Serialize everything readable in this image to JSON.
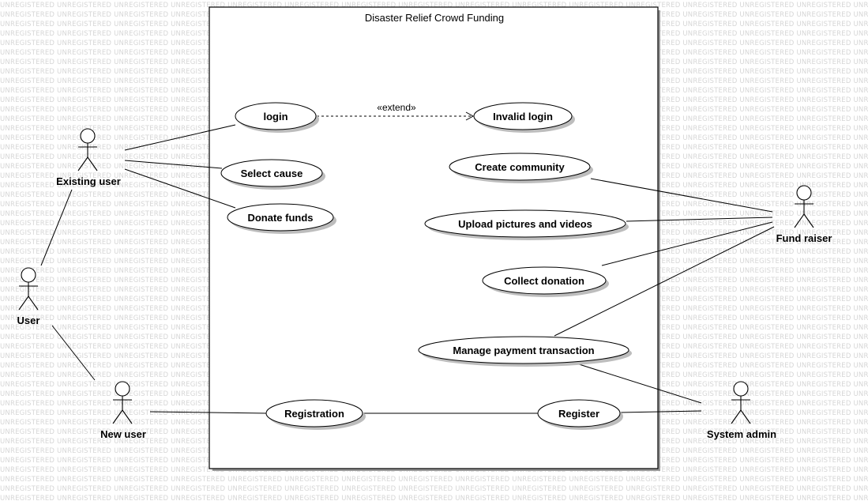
{
  "watermark": {
    "text": "UNREGISTERED"
  },
  "system": {
    "title": "Disaster Relief Crowd Funding"
  },
  "actors": {
    "existing_user": "Existing user",
    "user": "User",
    "new_user": "New user",
    "fund_raiser": "Fund raiser",
    "system_admin": "System admin"
  },
  "use_cases": {
    "login": "login",
    "invalid_login": "Invalid login",
    "select_cause": "Select cause",
    "donate_funds": "Donate funds",
    "create_community": "Create community",
    "upload_media": "Upload pictures and videos",
    "collect_donation": "Collect donation",
    "manage_payment": "Manage payment transaction",
    "registration": "Registration",
    "register": "Register"
  },
  "relations": {
    "extend_label": "«extend»"
  },
  "colors": {
    "line": "#000000",
    "shadow": "#bdbdbd",
    "watermark": "#d6d6d6",
    "background": "#ffffff"
  }
}
